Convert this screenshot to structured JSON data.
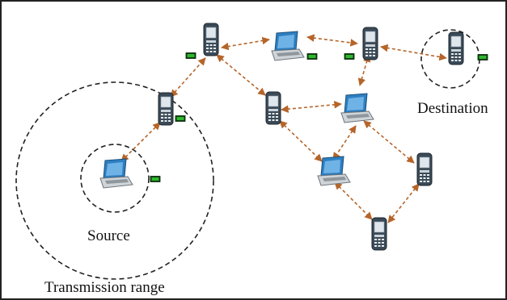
{
  "labels": {
    "source": "Source",
    "destination": "Destination",
    "transmission_range": "Transmission range"
  },
  "colors": {
    "link": "#b5652a",
    "range_circle": "#222222",
    "battery": "#1f6b1f",
    "battery_body": "#0d3d0d",
    "phone_body": "#3b4a57",
    "phone_screen": "#dfe6ec",
    "laptop_screen": "#2d7fc1"
  },
  "nodes": [
    {
      "id": "source",
      "icon": "laptop-icon",
      "role": "source"
    },
    {
      "id": "n1",
      "icon": "phone-icon"
    },
    {
      "id": "n2",
      "icon": "phone-icon"
    },
    {
      "id": "n3",
      "icon": "laptop-icon"
    },
    {
      "id": "n4",
      "icon": "phone-icon"
    },
    {
      "id": "destination",
      "icon": "phone-icon",
      "role": "destination"
    },
    {
      "id": "n5",
      "icon": "phone-icon"
    },
    {
      "id": "n6",
      "icon": "laptop-icon"
    },
    {
      "id": "n7",
      "icon": "laptop-icon"
    },
    {
      "id": "n8",
      "icon": "phone-icon"
    },
    {
      "id": "n9",
      "icon": "phone-icon"
    }
  ],
  "links": [
    [
      "source",
      "n1"
    ],
    [
      "n1",
      "n2"
    ],
    [
      "n2",
      "n3"
    ],
    [
      "n2",
      "n5"
    ],
    [
      "n3",
      "n4"
    ],
    [
      "n4",
      "destination"
    ],
    [
      "n4",
      "n6"
    ],
    [
      "n5",
      "n6"
    ],
    [
      "n5",
      "n7"
    ],
    [
      "n6",
      "n7"
    ],
    [
      "n6",
      "n8"
    ],
    [
      "n7",
      "n9"
    ],
    [
      "n8",
      "n9"
    ]
  ]
}
